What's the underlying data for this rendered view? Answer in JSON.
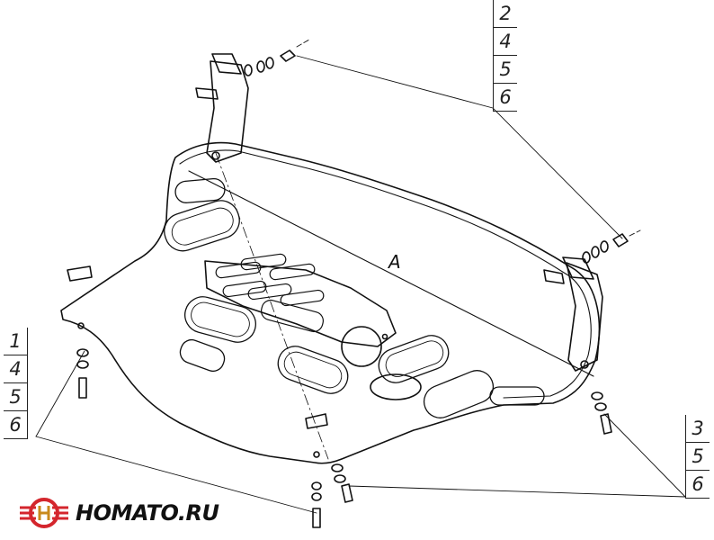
{
  "plate": {
    "label": "A"
  },
  "callouts": {
    "top": [
      "2",
      "4",
      "5",
      "6"
    ],
    "left": [
      "1",
      "4",
      "5",
      "6"
    ],
    "right": [
      "3",
      "5",
      "6"
    ]
  },
  "brand": {
    "name": "HOMATO.RU",
    "colors": {
      "ring": "#d4262d",
      "mark": "#c98a1c",
      "text": "#111111"
    }
  }
}
